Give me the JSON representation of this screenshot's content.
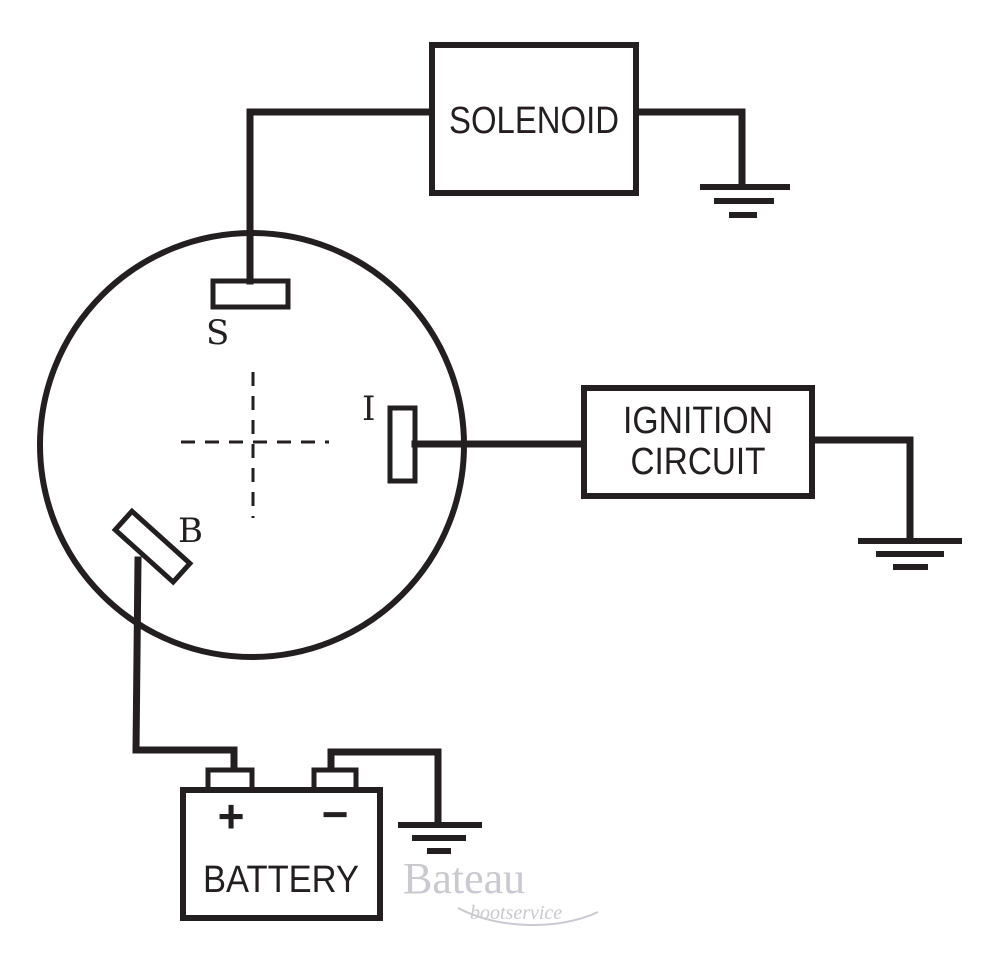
{
  "components": {
    "solenoid": "SOLENOID",
    "ignition_line1": "IGNITION",
    "ignition_line2": "CIRCUIT",
    "battery": "BATTERY",
    "battery_plus": "+",
    "battery_minus": "−"
  },
  "switch_terminals": {
    "s": "S",
    "i": "I",
    "b": "B"
  },
  "watermark": {
    "brand": "Bateau",
    "sub": "bootservice"
  },
  "colors": {
    "line": "#231f20",
    "watermark": "#c9c9cf",
    "background": "#ffffff"
  }
}
